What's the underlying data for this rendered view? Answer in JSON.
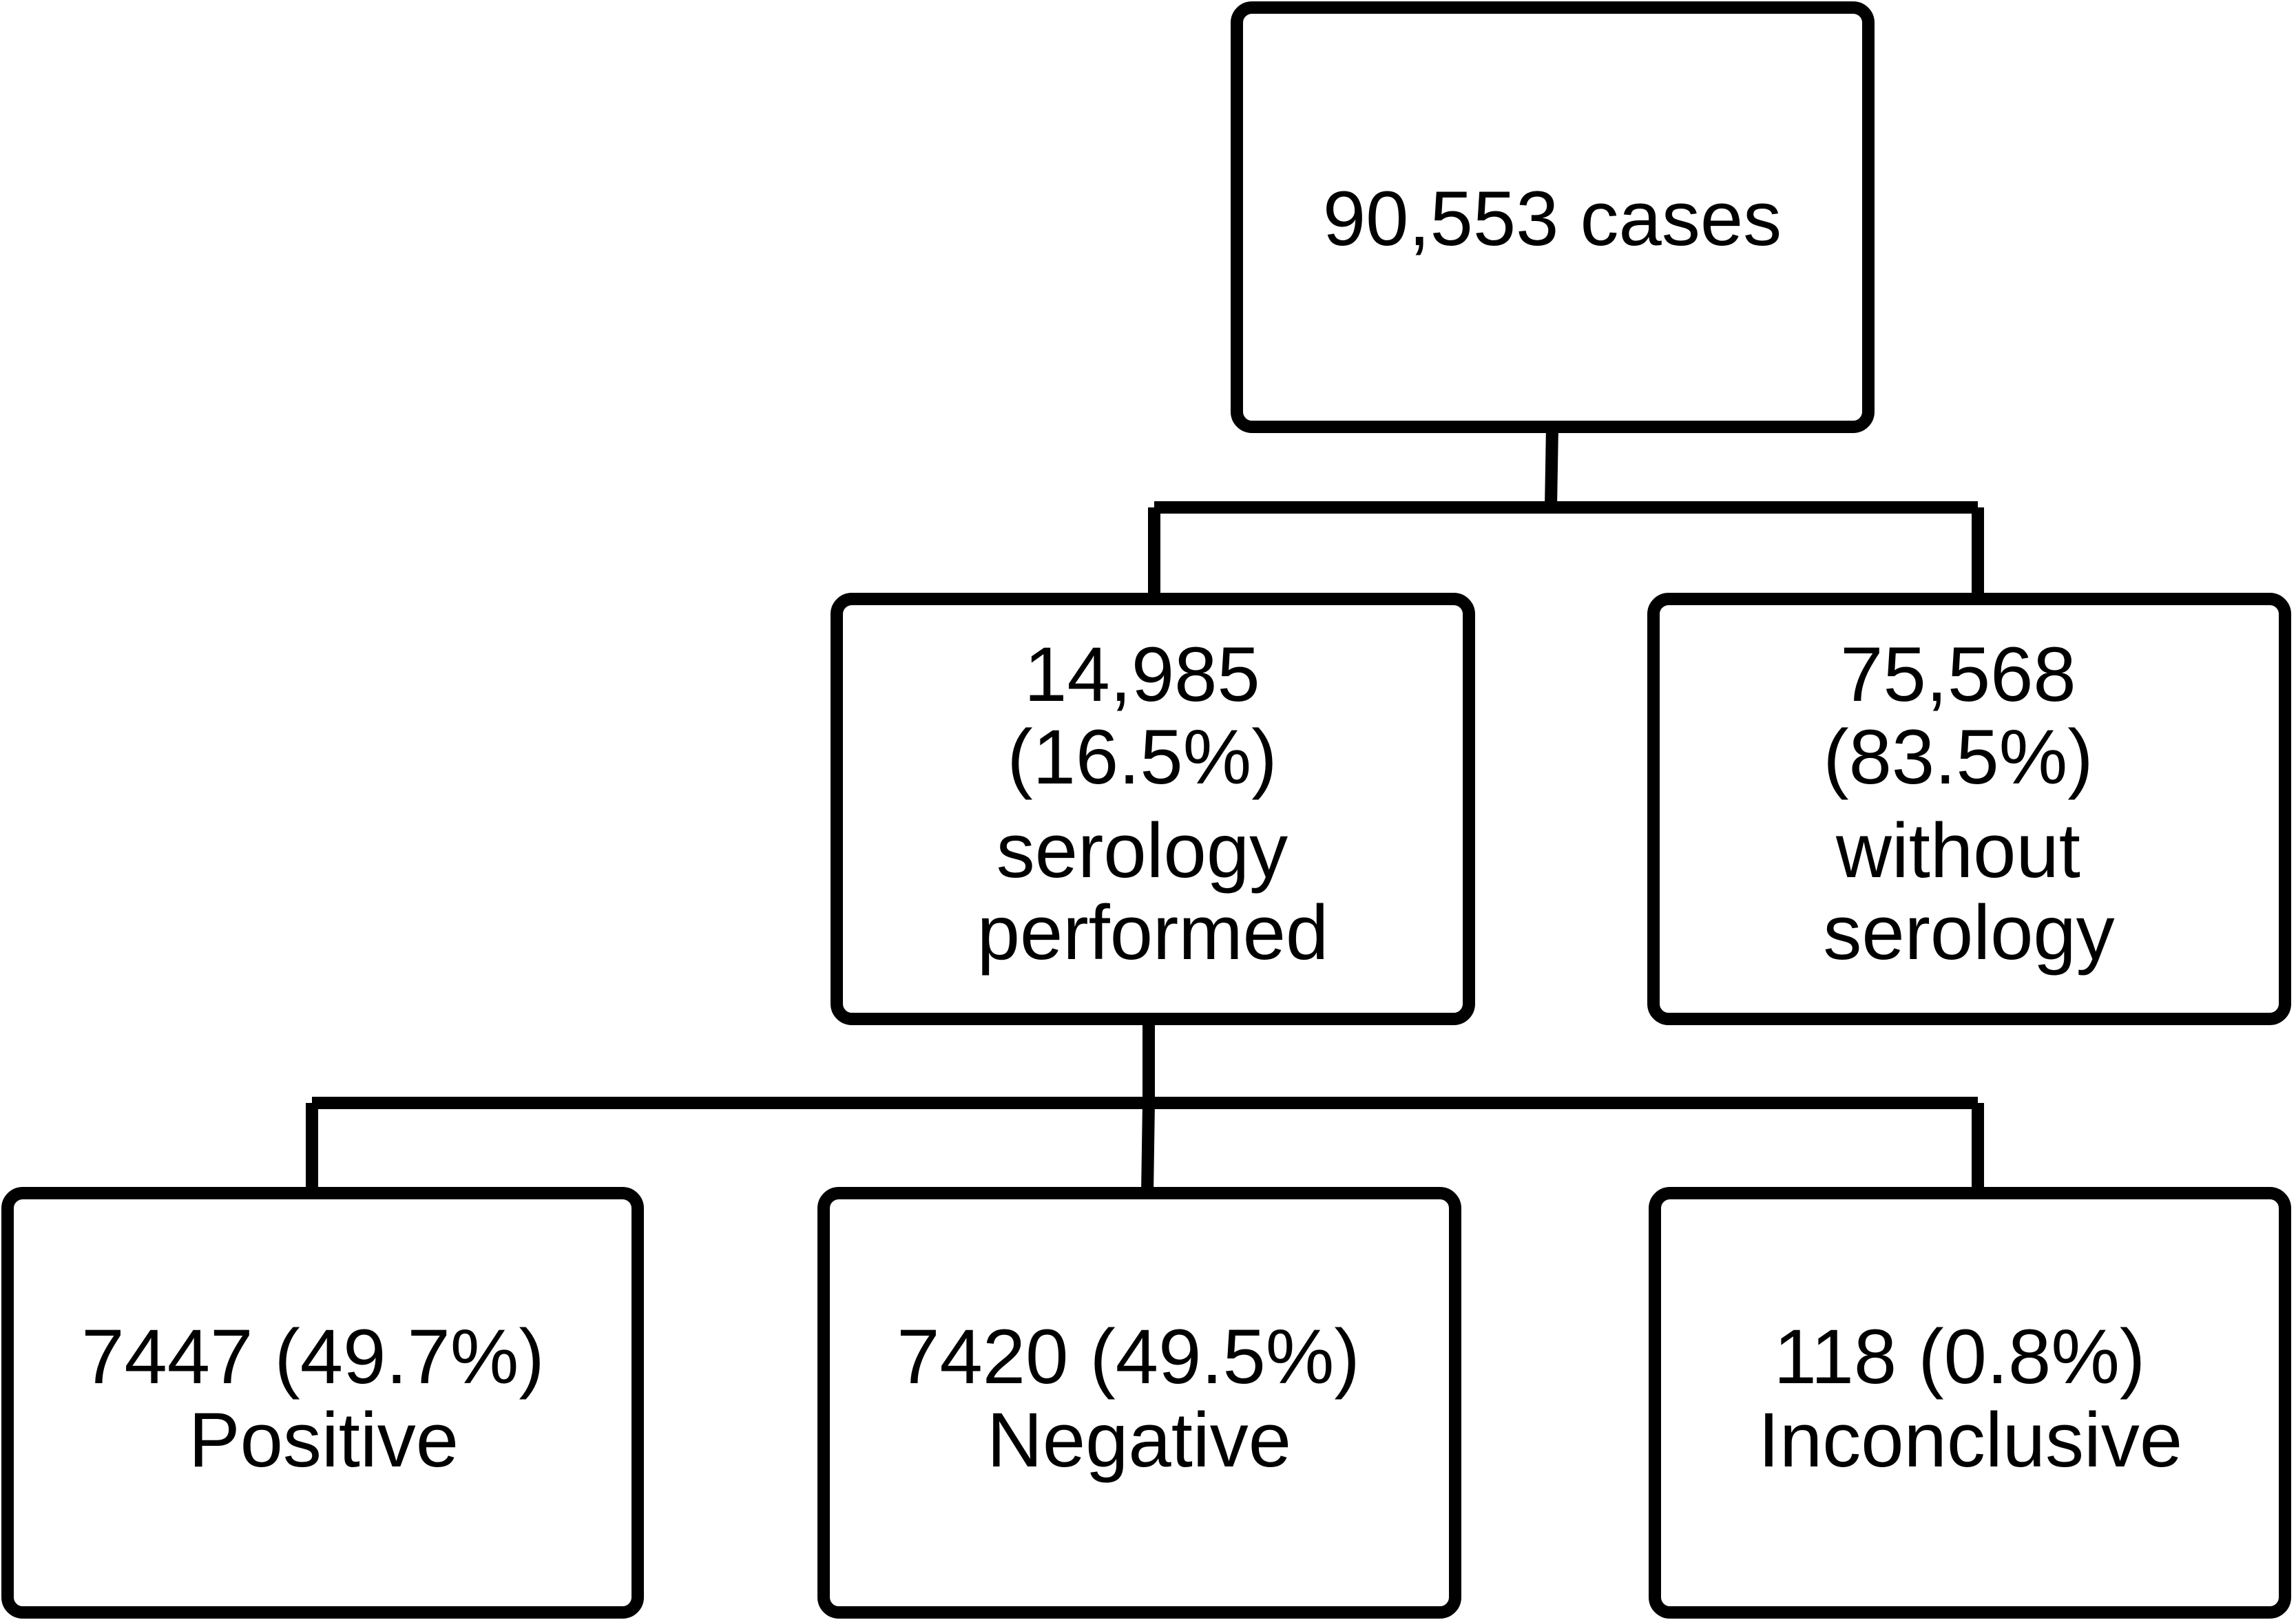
{
  "diagram": {
    "type": "flowchart",
    "nodes": {
      "total": {
        "lines": [
          "90,553 cases"
        ]
      },
      "serology_performed": {
        "lines": [
          "14,985",
          "(16.5%)",
          "serology",
          "performed"
        ]
      },
      "without_serology": {
        "lines": [
          "75,568",
          "(83.5%)",
          "without",
          "serology"
        ]
      },
      "positive": {
        "lines": [
          "7447 (49.7%)",
          "Positive"
        ]
      },
      "negative": {
        "lines": [
          "7420 (49.5%)",
          "Negative"
        ]
      },
      "inconclusive": {
        "lines": [
          "118 (0.8%)",
          "Inconclusive"
        ]
      }
    },
    "edges": [
      {
        "from": "total",
        "to": "serology_performed"
      },
      {
        "from": "total",
        "to": "without_serology"
      },
      {
        "from": "serology_performed",
        "to": "positive"
      },
      {
        "from": "serology_performed",
        "to": "negative"
      },
      {
        "from": "serology_performed",
        "to": "inconclusive"
      }
    ]
  }
}
